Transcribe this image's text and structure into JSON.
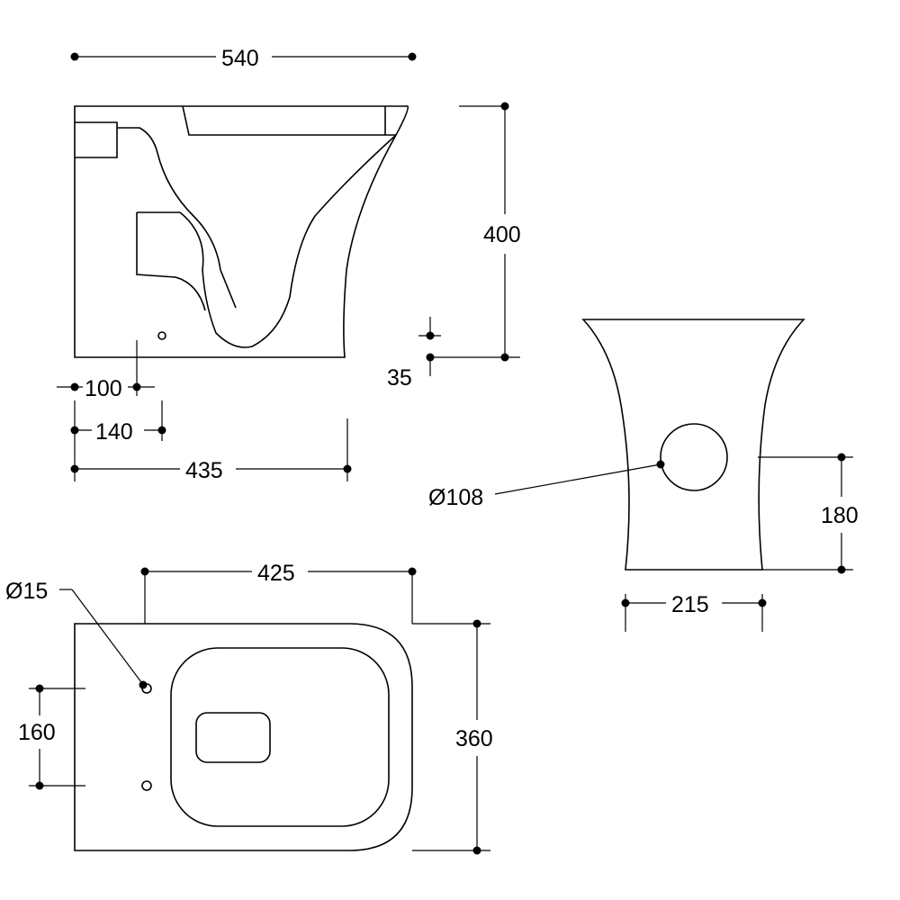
{
  "dimensions": {
    "overall_length": "540",
    "height": "400",
    "outlet_height": "35",
    "outlet_offset_a": "100",
    "outlet_offset_b": "140",
    "base_length": "435",
    "inlet_diameter": "Ø108",
    "inlet_height": "180",
    "base_width": "215",
    "fixing_hole_diameter": "Ø15",
    "fixing_to_front": "425",
    "fixing_spacing": "160",
    "overall_width": "360"
  }
}
